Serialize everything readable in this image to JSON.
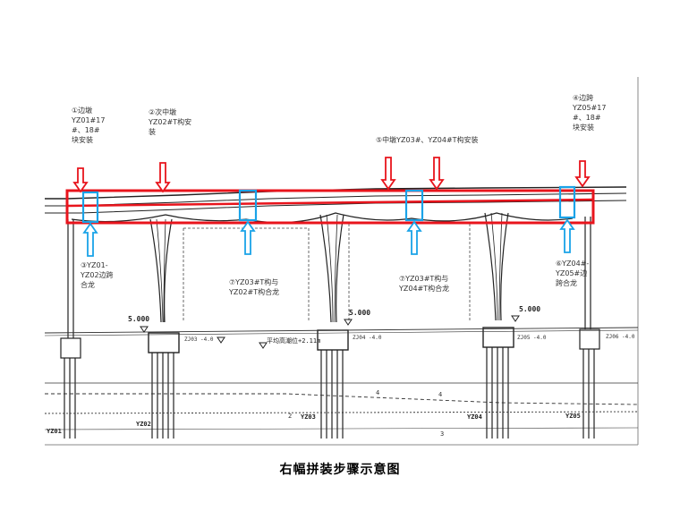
{
  "caption": "右幅拼装步骤示意图",
  "colors": {
    "highlight_red": "#e8141c",
    "highlight_blue": "#1aa3e8",
    "line": "#222222"
  },
  "steps": {
    "step1": "①边墩\nYZ01#17\n#、18#\n块安装",
    "step2": "②次中墩\nYZ02#T构安\n装",
    "step3": "③YZ01-\nYZ02边跨\n合龙",
    "step4": "④边跨\nYZ05#17\n#、18#\n块安装",
    "step5": "⑤中墩YZ03#、YZ04#T构安装",
    "step6": "⑥YZ04#-\nYZ05#边\n跨合龙",
    "step7": "⑦YZ03#T构与\nYZ02#T构合龙",
    "step8": "⑦YZ03#T构与\nYZ04#T构合龙"
  },
  "elevations": {
    "e1": "5.000",
    "e2": "5.000",
    "e3": "5.000",
    "water": "平均高潮位+2.11m"
  },
  "piers": {
    "p1": "YZ01",
    "p2": "YZ02",
    "p3": "YZ03",
    "p4": "YZ04",
    "p5": "YZ05"
  },
  "stamps": {
    "s1": "ZJ03\n-4.0",
    "s2": "ZJ04\n-4.0",
    "s3": "ZJ05\n-4.0",
    "s4": "ZJ06\n-4.0"
  },
  "soil": {
    "a": "2",
    "b": "4",
    "c": "4",
    "d": "3"
  }
}
